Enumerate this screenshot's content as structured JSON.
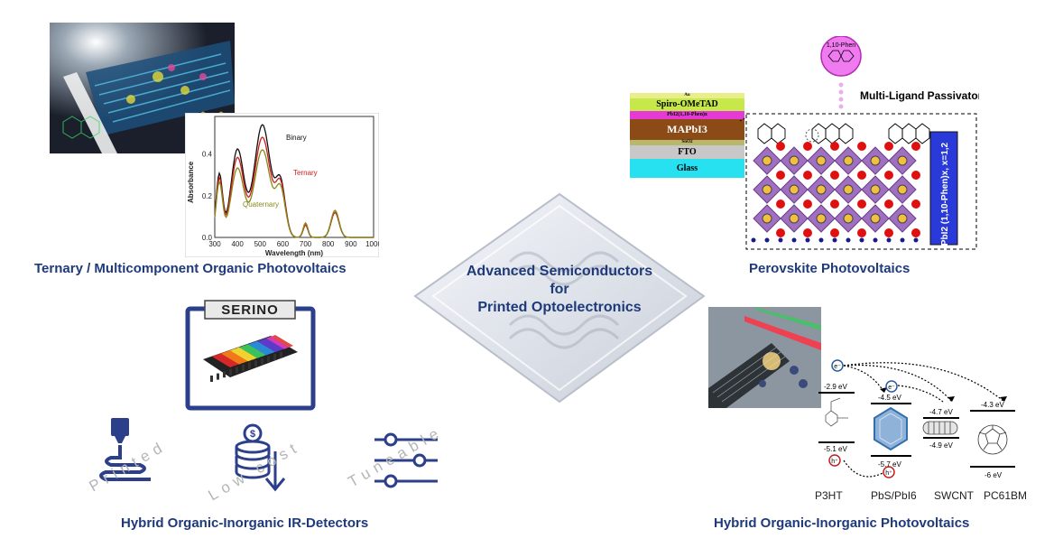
{
  "center": {
    "line1": "Advanced Semiconductors",
    "line2": "for",
    "line3": "Printed Optoelectronics"
  },
  "sections": {
    "ternary": "Ternary / Multicomponent Organic Photovoltaics",
    "perovskite": "Perovskite Photovoltaics",
    "ir_detectors": "Hybrid Organic-Inorganic IR-Detectors",
    "hybrid_pv": "Hybrid Organic-Inorganic Photovoltaics"
  },
  "absorbance_chart": {
    "ylabel": "Absorbance",
    "xlabel": "Wavelength (nm)",
    "x_ticks": [
      "300",
      "400",
      "500",
      "600",
      "700",
      "800",
      "900",
      "1000"
    ],
    "y_ticks": [
      "0.0",
      "0.2",
      "0.4"
    ],
    "series_labels": [
      "Binary",
      "Ternary",
      "Quaternary"
    ],
    "colors": {
      "binary": "#111111",
      "ternary": "#cc1f1f",
      "quaternary": "#8a8a1a"
    }
  },
  "perovskite": {
    "stack": [
      "Au",
      "Spiro-OMeTAD",
      "PbI2(1,10-Phen)x",
      "MAPbI3",
      "SnO2",
      "FTO",
      "Glass"
    ],
    "molecule_label": "1,10-Phen",
    "passivators_label": "Multi-Ligand Passivators",
    "side_label": "PbI2 (1,10-Phen)x, x=1,2"
  },
  "ir_detectors": {
    "brand": "SERINO",
    "words": [
      "Printed",
      "Low cost",
      "Tuneable"
    ]
  },
  "hybrid_pv": {
    "levels": [
      "-2.9 eV",
      "-4.5 eV",
      "-4.7 eV",
      "-4.3 eV",
      "-5.1 eV",
      "-4.9 eV",
      "-5.7 eV",
      "-6 eV"
    ],
    "materials": [
      "P3HT",
      "PbS/PbI6",
      "SWCNT",
      "PC61BM"
    ],
    "electron": "e⁻",
    "hole": "h⁺"
  }
}
